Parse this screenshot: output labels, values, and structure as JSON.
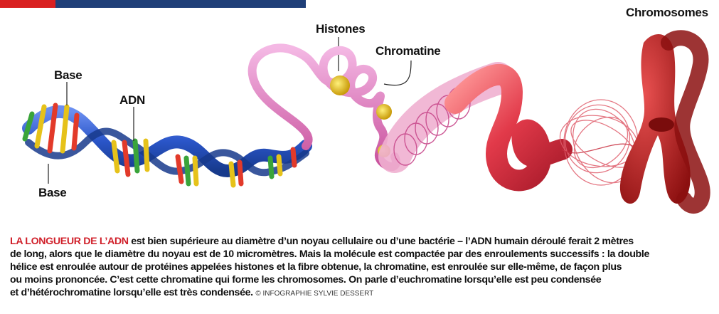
{
  "labels": {
    "base_top": "Base",
    "adn": "ADN",
    "base_bottom": "Base",
    "histones": "Histones",
    "chromatine": "Chromatine",
    "chromosomes": "Chromosomes"
  },
  "caption": {
    "lead": "LA LONGUEUR DE L’ADN",
    "line1_rest": " est bien supérieure au diamètre d’un noyau cellulaire ou d’une bactérie – l’ADN humain déroulé ferait 2 mètres",
    "line2": "de long, alors que le diamètre du noyau est de 10 micromètres. Mais la molécule est compactée par des enroulements successifs : la double",
    "line3": "hélice est enroulée autour de protéines appelées histones et la fibre obtenue, la chromatine, est enroulée sur elle-même, de façon plus",
    "line4": "ou moins prononcée. C’est cette chromatine qui forme les chromosomes. On parle d’euchromatine lorsqu’elle est peu condensée",
    "line5": "et d’hétérochromatine lorsqu’elle est très condensée.",
    "credit": "© INFOGRAPHIE SYLVIE DESSERT"
  },
  "colors": {
    "header_blue": "#1f3f78",
    "header_red": "#d92020",
    "lead_red": "#d0202a",
    "helix_blue": "#2a55c8",
    "fiber_pink": "#e070b8",
    "chromatin_red": "#e23a4a",
    "chromosome_red": "#b01818",
    "histone_yellow": "#e6c21a"
  }
}
